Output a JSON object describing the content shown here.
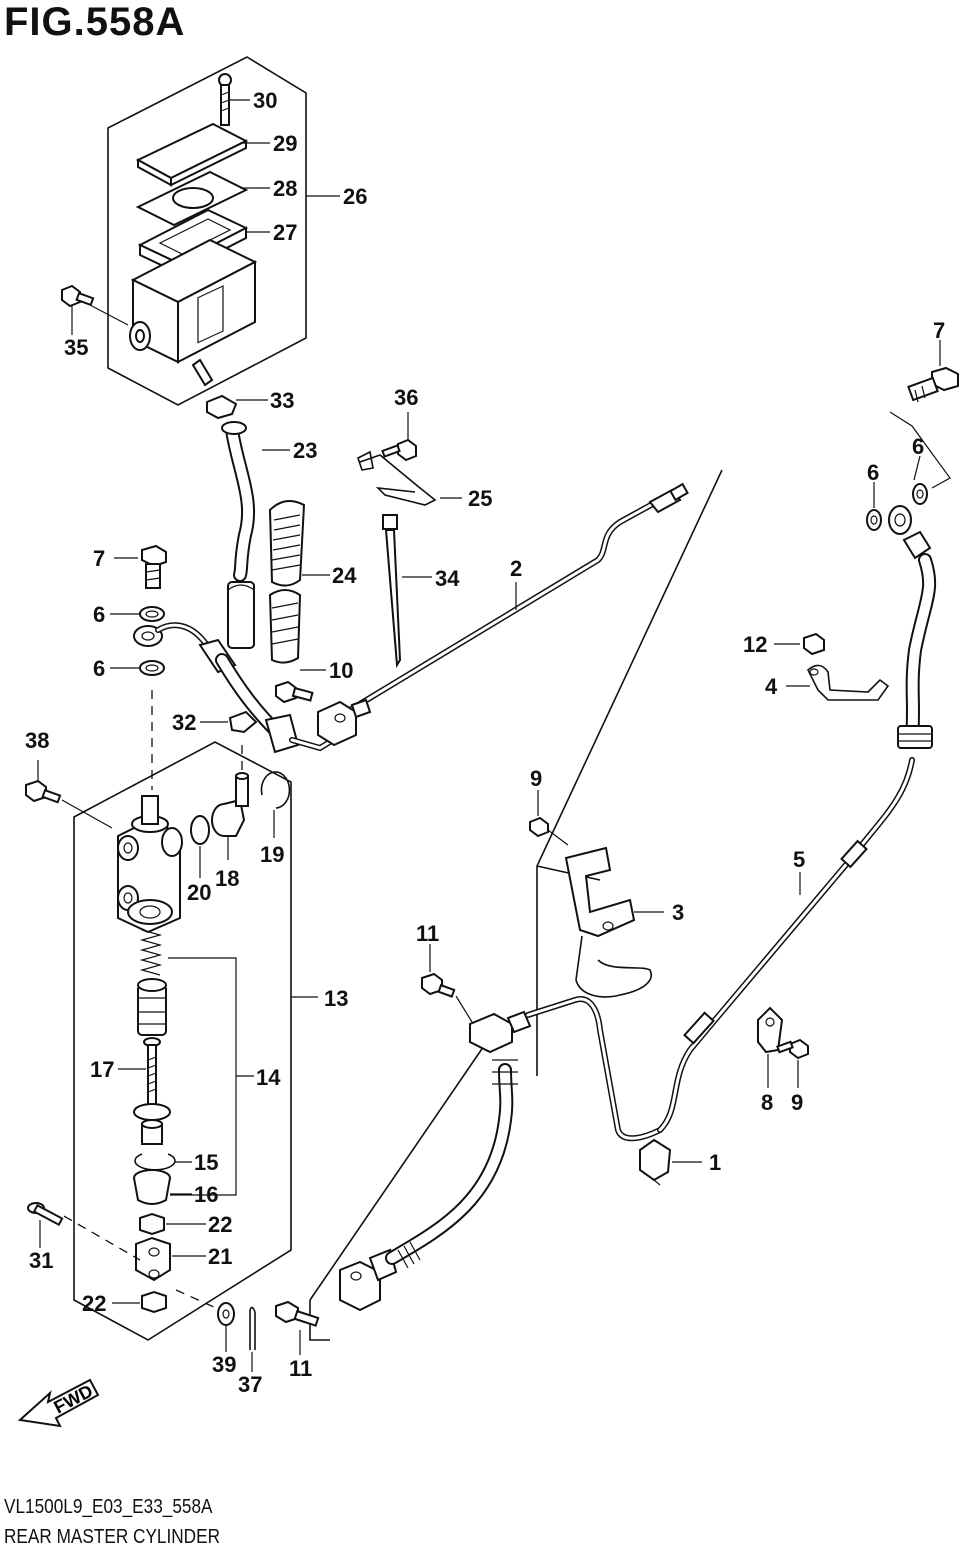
{
  "figure": {
    "title": "FIG.558A",
    "code": "VL1500L9_E03_E33_558A",
    "subtitle": "REAR MASTER CYLINDER",
    "fwd_label": "FWD"
  },
  "callouts": [
    {
      "id": "c30",
      "text": "30"
    },
    {
      "id": "c29",
      "text": "29"
    },
    {
      "id": "c28",
      "text": "28"
    },
    {
      "id": "c26",
      "text": "26"
    },
    {
      "id": "c27",
      "text": "27"
    },
    {
      "id": "c35",
      "text": "35"
    },
    {
      "id": "c33",
      "text": "33"
    },
    {
      "id": "c36",
      "text": "36"
    },
    {
      "id": "c23",
      "text": "23"
    },
    {
      "id": "c25",
      "text": "25"
    },
    {
      "id": "c7a",
      "text": "7"
    },
    {
      "id": "c6a",
      "text": "6"
    },
    {
      "id": "c6b",
      "text": "6"
    },
    {
      "id": "c2",
      "text": "2"
    },
    {
      "id": "c24",
      "text": "24"
    },
    {
      "id": "c34",
      "text": "34"
    },
    {
      "id": "c10",
      "text": "10"
    },
    {
      "id": "c32",
      "text": "32"
    },
    {
      "id": "c38",
      "text": "38"
    },
    {
      "id": "c7b",
      "text": "7"
    },
    {
      "id": "c6c",
      "text": "6"
    },
    {
      "id": "c6d",
      "text": "6"
    },
    {
      "id": "c12",
      "text": "12"
    },
    {
      "id": "c4",
      "text": "4"
    },
    {
      "id": "c9a",
      "text": "9"
    },
    {
      "id": "c19",
      "text": "19"
    },
    {
      "id": "c20",
      "text": "20"
    },
    {
      "id": "c18",
      "text": "18"
    },
    {
      "id": "c3",
      "text": "3"
    },
    {
      "id": "c5",
      "text": "5"
    },
    {
      "id": "c11a",
      "text": "11"
    },
    {
      "id": "c13",
      "text": "13"
    },
    {
      "id": "c17",
      "text": "17"
    },
    {
      "id": "c14",
      "text": "14"
    },
    {
      "id": "c8",
      "text": "8"
    },
    {
      "id": "c9b",
      "text": "9"
    },
    {
      "id": "c15",
      "text": "15"
    },
    {
      "id": "c1",
      "text": "1"
    },
    {
      "id": "c16",
      "text": "16"
    },
    {
      "id": "c22a",
      "text": "22"
    },
    {
      "id": "c31",
      "text": "31"
    },
    {
      "id": "c21",
      "text": "21"
    },
    {
      "id": "c22b",
      "text": "22"
    },
    {
      "id": "c39",
      "text": "39"
    },
    {
      "id": "c37",
      "text": "37"
    },
    {
      "id": "c11b",
      "text": "11"
    }
  ]
}
